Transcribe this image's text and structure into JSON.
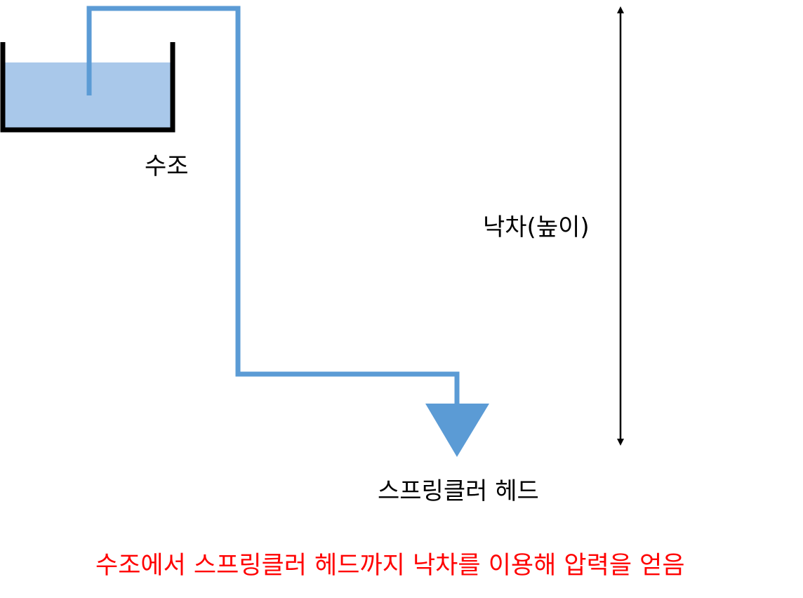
{
  "labels": {
    "tank": "수조",
    "height": "낙차(높이)",
    "sprinkler_head": "스프링클러 헤드"
  },
  "caption": "수조에서 스프링클러 헤드까지 낙차를 이용해 압력을 얻음",
  "colors": {
    "water": "#a9c8ea",
    "pipe": "#5b9bd5",
    "sprinkler": "#5b9bd5",
    "tank_wall": "#000000",
    "arrow": "#000000",
    "caption": "#ff0000"
  }
}
